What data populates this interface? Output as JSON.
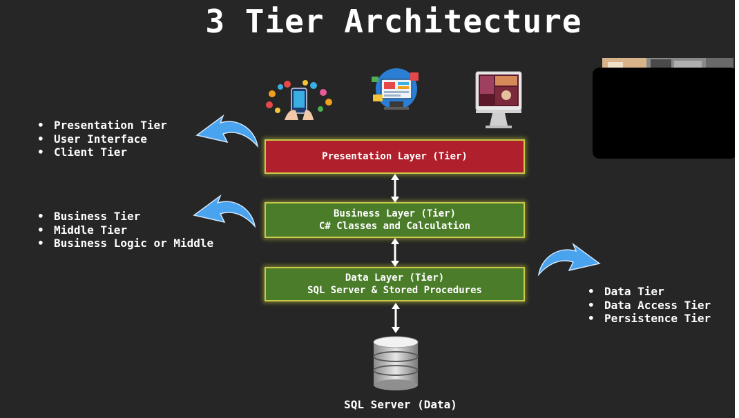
{
  "title": "3 Tier Architecture",
  "groups": {
    "presentation": [
      "Presentation Tier",
      "User Interface",
      "Client Tier"
    ],
    "business": [
      "Business Tier",
      "Middle Tier",
      "Business Logic or Middle"
    ],
    "data": [
      "Data Tier",
      "Data Access Tier",
      "Persistence Tier"
    ]
  },
  "layers": {
    "presentation": {
      "line1": "Presentation Layer (Tier)",
      "color": "#b0202c"
    },
    "business": {
      "line1": "Business Layer (Tier)",
      "line2": "C# Classes and Calculation",
      "color": "#4a7c2a"
    },
    "data": {
      "line1": "Data Layer (Tier)",
      "line2": "SQL Server & Stored Procedures",
      "color": "#4a7c2a"
    }
  },
  "database_caption": "SQL Server (Data)",
  "icons": [
    "mobile-apps-icon",
    "web-app-icon",
    "desktop-monitor-icon",
    "curved-arrow-icon",
    "database-icon"
  ],
  "colors": {
    "background": "#262626",
    "arrow_blue": "#4aa3ee",
    "layer_glow": "#c9c94a"
  }
}
